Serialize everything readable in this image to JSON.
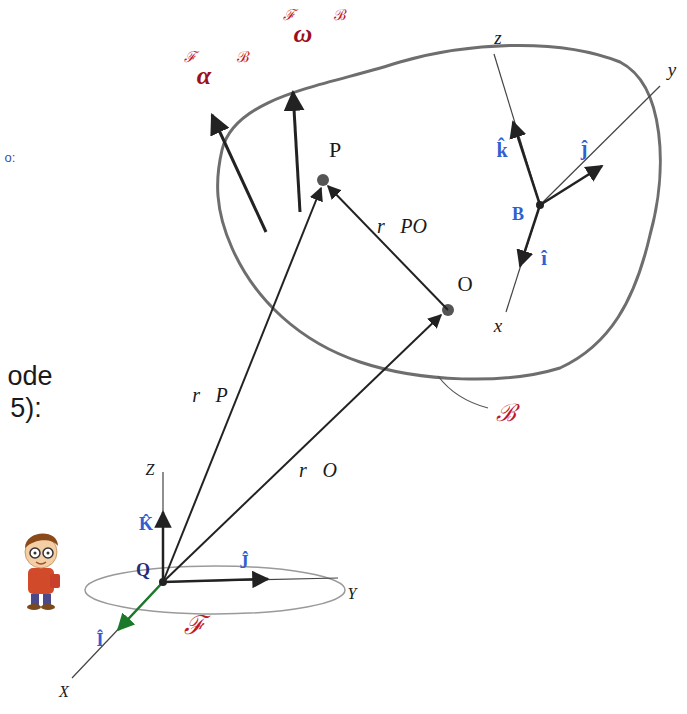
{
  "diagram": {
    "labels": [
      "ℱ",
      "ω⃗",
      "ℬ",
      "ℱ",
      "α⃗",
      "ℬ",
      "o:",
      "ode",
      "5):",
      "P",
      "r⃗PO",
      "O",
      "B",
      "k̂",
      "ĵ",
      "î",
      "z",
      "y",
      "x",
      "ℬ",
      "r⃗P",
      "r⃗O",
      "Z",
      "K̂",
      "Ĵ",
      "Y",
      "Q",
      "Î",
      "X",
      "ℱ"
    ]
  }
}
